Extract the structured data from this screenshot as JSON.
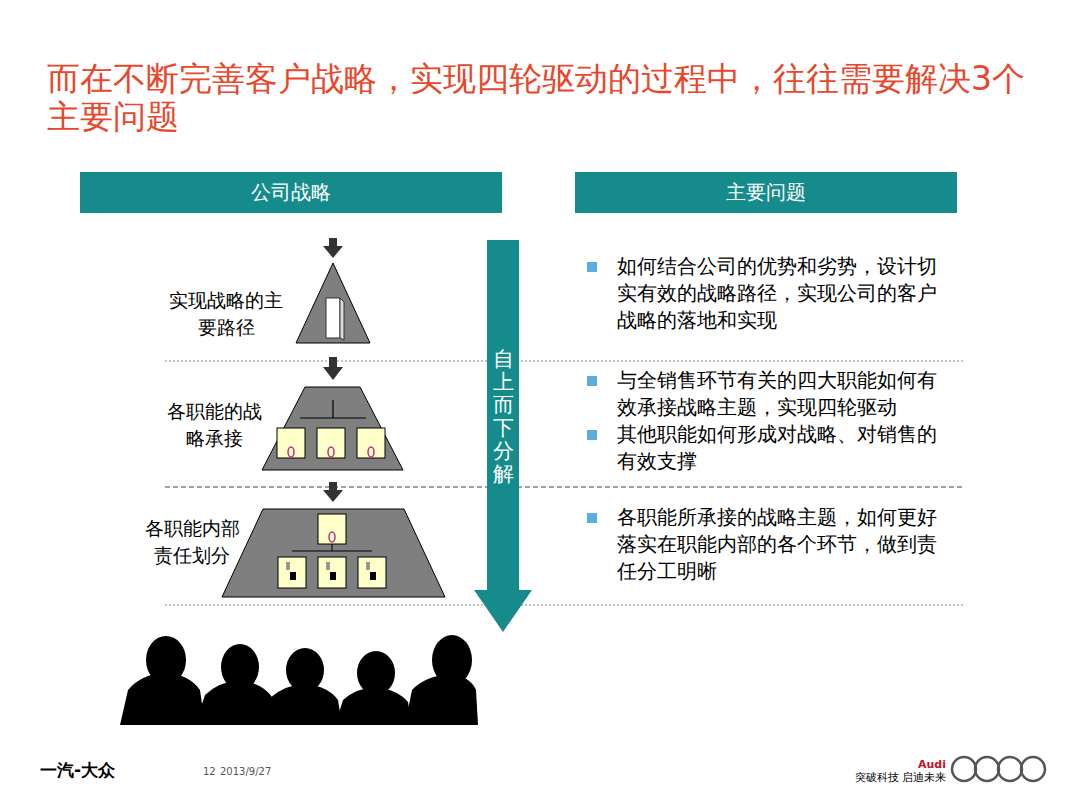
{
  "diagram": {
    "title": "而在不断完善客户战略，实现四轮驱动的过程中，往往需要解决3个主要问题",
    "nodes": [
      {
        "text": [
          "公司战略"
        ]
      },
      {
        "text": [
          "主要问题"
        ]
      },
      {
        "text": [
          "自上而下分解"
        ]
      }
    ],
    "labels": [
      "实现战略的主要路径",
      "如何结合公司的优势和劣势，设计切实有效的战略路径，实现公司的客户战略的落地和实现",
      "各职能的战略承接",
      "与全销售环节有关的四大职能如何有效承接战略主题，实现四轮驱动",
      "其他职能如何形成对战略、对销售的有效支撑",
      "各职能内部责任划分",
      "各职能所承接的战略主题，如何更好落实在职能内部的各个环节，做到责任分工明晰",
      "一汽-大众",
      "12",
      "2013/9/27",
      "Audi",
      "突破科技 启迪未来"
    ]
  }
}
